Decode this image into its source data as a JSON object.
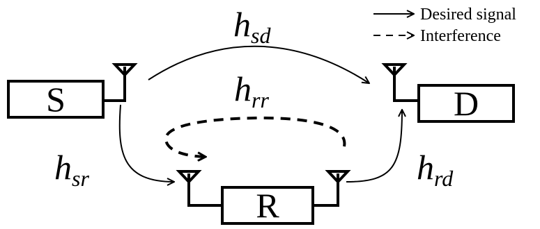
{
  "nodes": {
    "source": "S",
    "destination": "D",
    "relay": "R"
  },
  "channels": {
    "sd": {
      "main": "h",
      "sub": "sd"
    },
    "rr": {
      "main": "h",
      "sub": "rr"
    },
    "sr": {
      "main": "h",
      "sub": "sr"
    },
    "rd": {
      "main": "h",
      "sub": "rd"
    }
  },
  "legend": {
    "desired": "Desired signal",
    "interference": "Interference"
  },
  "colors": {
    "stroke": "#000000",
    "background": "#ffffff"
  }
}
